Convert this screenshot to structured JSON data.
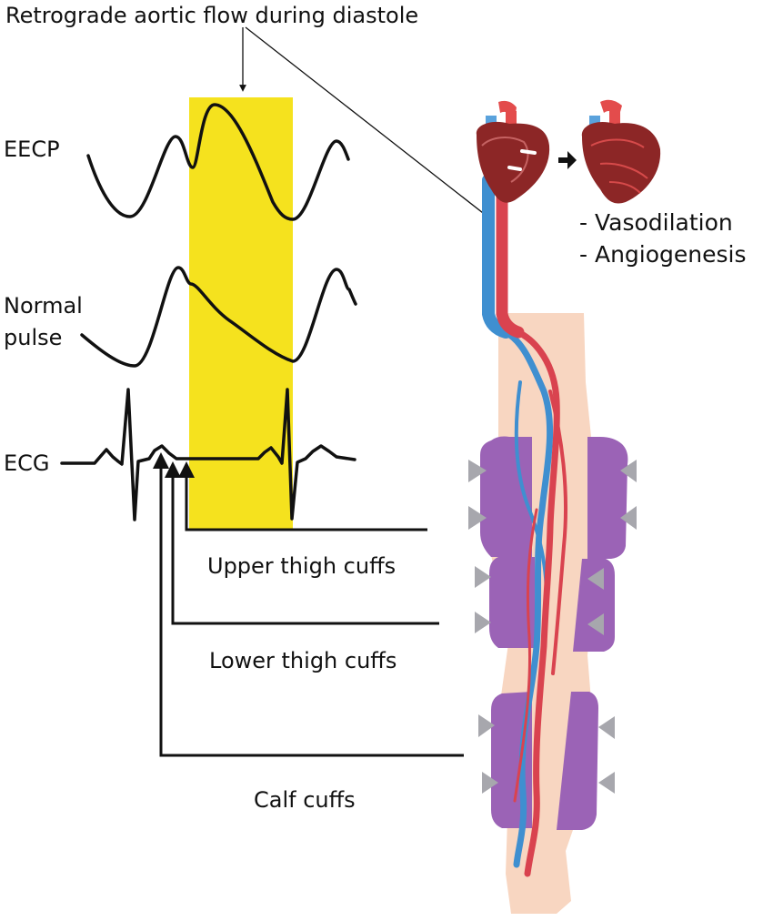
{
  "title": "Retrograde aortic flow during diastole",
  "waveforms": {
    "eecp": "EECP",
    "normal_pulse_line1": "Normal",
    "normal_pulse_line2": "pulse",
    "ecg": "ECG"
  },
  "cuffs": {
    "upper": "Upper thigh cuffs",
    "lower": "Lower thigh cuffs",
    "calf": "Calf cuffs"
  },
  "effects": [
    "- Vasodilation",
    "- Angiogenesis"
  ],
  "colors": {
    "diastole_band": "#f5e21e",
    "cuff": "#9b63b6",
    "skin": "#f8d6c1",
    "artery": "#d9434f",
    "vein": "#3f8fd0",
    "heart": "#8c2626",
    "pressure_arrow": "#a7a7ad"
  },
  "icons": [
    "heart-icon",
    "treated-heart-icon",
    "pressure-arrow-icon"
  ]
}
